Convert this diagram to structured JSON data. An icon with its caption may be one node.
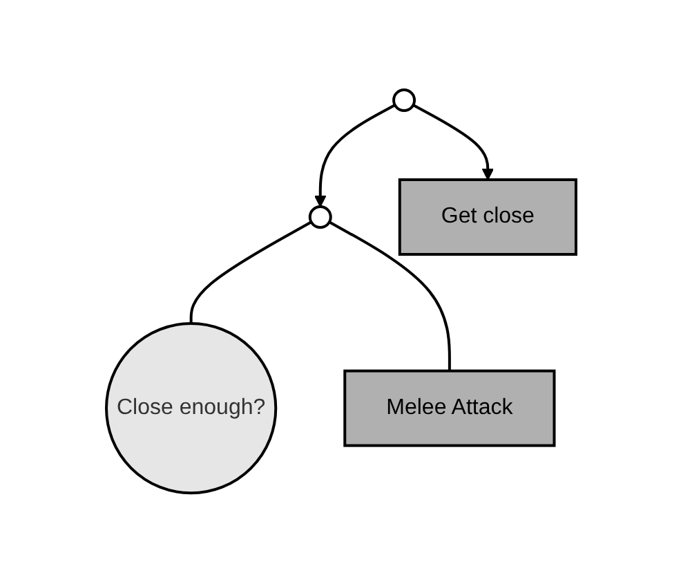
{
  "diagram": {
    "nodes": [
      {
        "text": [],
        "shape": "circle"
      },
      {
        "text": [],
        "shape": "circle"
      },
      {
        "text": [
          "Get close"
        ]
      },
      {
        "text": [
          "Close enough?"
        ]
      },
      {
        "text": [
          "Melee Attack"
        ]
      }
    ],
    "edges": [
      {
        "from": 0,
        "to": 1,
        "arrow": "to"
      },
      {
        "from": 0,
        "to": 2,
        "arrow": "to"
      },
      {
        "from": 1,
        "to": 3,
        "arrow": "none"
      },
      {
        "from": 1,
        "to": 4,
        "arrow": "none"
      }
    ]
  }
}
